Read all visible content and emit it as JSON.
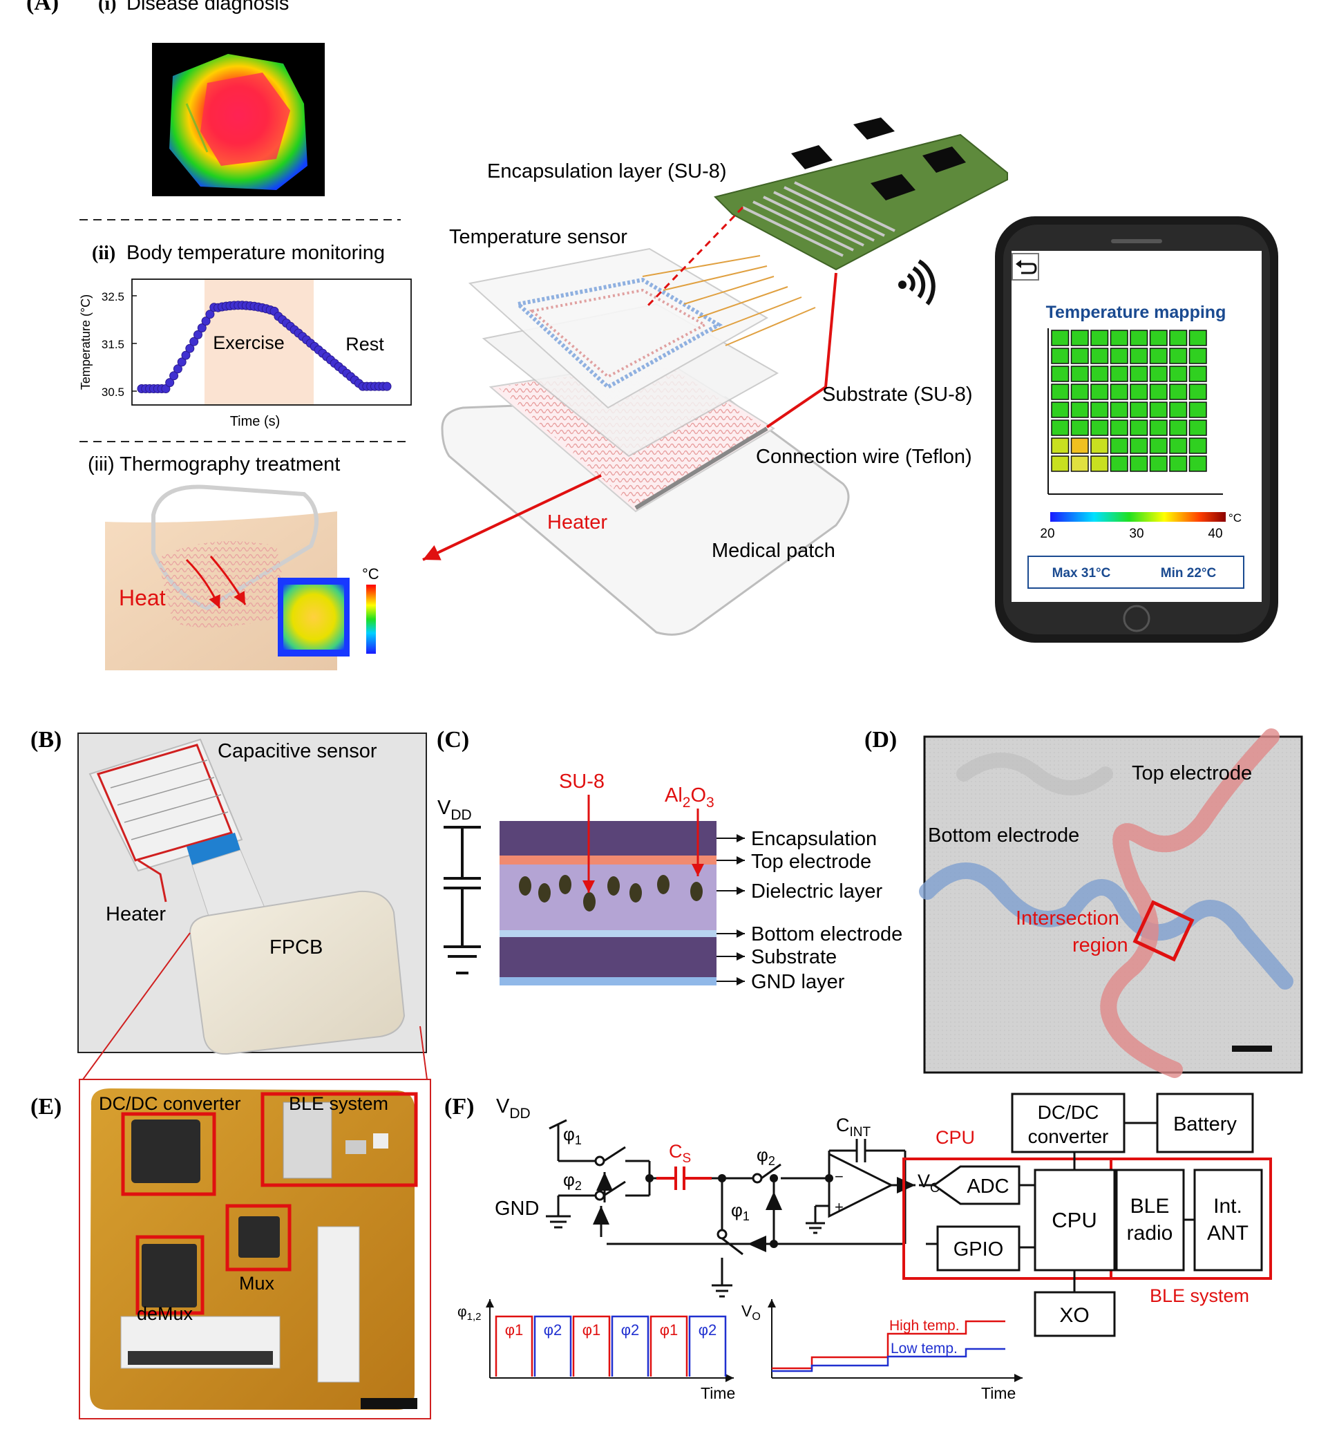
{
  "panel_a": {
    "label": "(A)",
    "sub_i_num": "(i)",
    "sub_i_title": "Disease diagnosis",
    "sub_ii_num": "(ii)",
    "sub_ii_title": "Body temperature monitoring",
    "sub_iii_title": "(iii) Thermography treatment",
    "plot": {
      "ylabel": "Temperature (°C)",
      "xlabel": "Time (s)",
      "yticks": [
        "32.5",
        "31.5",
        "30.5"
      ],
      "exercise": "Exercise",
      "rest": "Rest"
    },
    "heat_label": "Heat",
    "treat_unit": "°C",
    "layers": {
      "encapsulation": "Encapsulation layer (SU-8)",
      "sensor": "Temperature sensor",
      "substrate": "Substrate (SU-8)",
      "wire": "Connection wire (Teflon)",
      "heater": "Heater",
      "patch": "Medical patch"
    },
    "phone": {
      "title": "Temperature mapping",
      "scale_unit": "°C",
      "scale_ticks": [
        "20",
        "30",
        "40"
      ],
      "max": "Max 31°C",
      "min": "Min 22°C"
    }
  },
  "panel_b": {
    "label": "(B)",
    "capacitive": "Capacitive sensor",
    "heater": "Heater",
    "fpcb": "FPCB"
  },
  "panel_c": {
    "label": "(C)",
    "vdd": "V",
    "vdd_sub": "DD",
    "su8": "SU-8",
    "al2o3_a": "Al",
    "al2o3_b": "2",
    "al2o3_c": "O",
    "al2o3_d": "3",
    "layers": [
      "Encapsulation",
      "Top electrode",
      "Dielectric layer",
      "Bottom electrode",
      "Substrate",
      "GND layer"
    ]
  },
  "panel_d": {
    "label": "(D)",
    "top": "Top electrode",
    "bottom": "Bottom electrode",
    "intersection_1": "Intersection",
    "intersection_2": "region"
  },
  "panel_e": {
    "label": "(E)",
    "dcdc": "DC/DC converter",
    "ble": "BLE system",
    "mux": "Mux",
    "demux": "deMux"
  },
  "panel_f": {
    "label": "(F)",
    "vdd": "V",
    "vdd_sub": "DD",
    "gnd": "GND",
    "phi": "φ",
    "cs": "C",
    "cs_sub": "S",
    "cint": "C",
    "cint_sub": "INT",
    "vo": "V",
    "vo_sub": "O",
    "cpu_label": "CPU",
    "blocks": {
      "dcdc_1": "DC/DC",
      "dcdc_2": "converter",
      "battery": "Battery",
      "adc": "ADC",
      "gpio": "GPIO",
      "cpu": "CPU",
      "ble_1": "BLE",
      "ble_2": "radio",
      "ant_1": "Int.",
      "ant_2": "ANT",
      "xo": "XO"
    },
    "ble_system": "BLE system",
    "timing": {
      "ylabel": "φ",
      "ylabel_sub": "1,2",
      "pulses": [
        "φ1",
        "φ2",
        "φ1",
        "φ2",
        "φ1",
        "φ2"
      ],
      "xlabel": "Time"
    },
    "output": {
      "ylabel": "V",
      "ylabel_sub": "O",
      "high": "High temp.",
      "low": "Low temp.",
      "xlabel": "Time"
    }
  }
}
